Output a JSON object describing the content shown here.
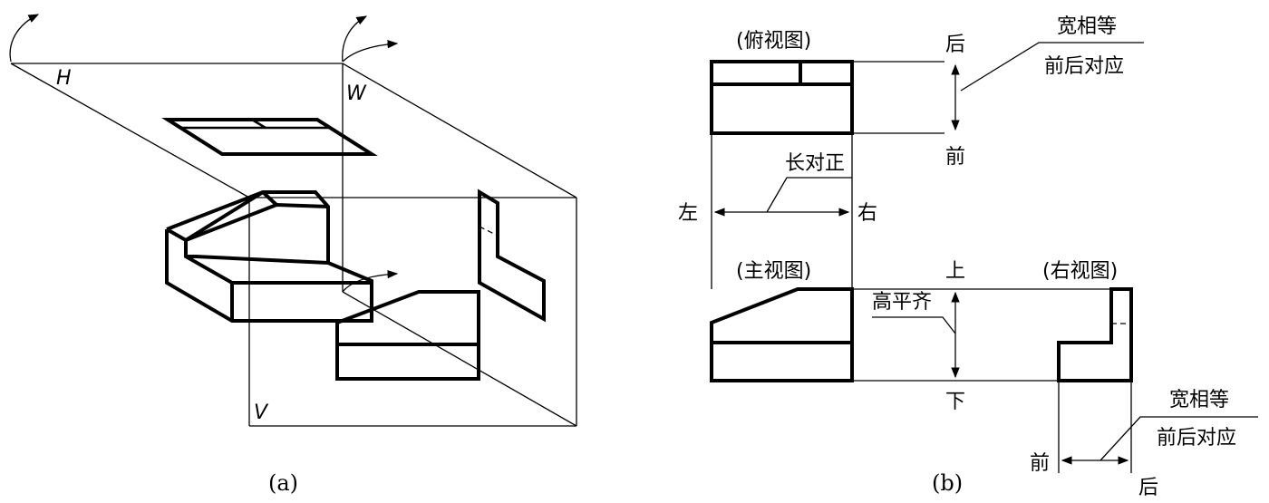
{
  "panel_a": {
    "caption": "(a)",
    "planes": {
      "h": "H",
      "w": "W",
      "v": "V"
    }
  },
  "panel_b": {
    "caption": "(b)",
    "views": {
      "top": "(俯视图)",
      "front": "(主视图)",
      "right": "(右视图)"
    },
    "directions": {
      "back_top": "后",
      "front_top": "前",
      "left": "左",
      "right": "右",
      "up": "上",
      "down": "下",
      "front_bottom": "前",
      "back_bottom": "后"
    },
    "rules": {
      "length_aligned": "长对正",
      "height_level": "高平齐",
      "width_equal_top": "宽相等",
      "front_back_top": "前后对应",
      "width_equal_bottom": "宽相等",
      "front_back_bottom": "前后对应"
    }
  }
}
